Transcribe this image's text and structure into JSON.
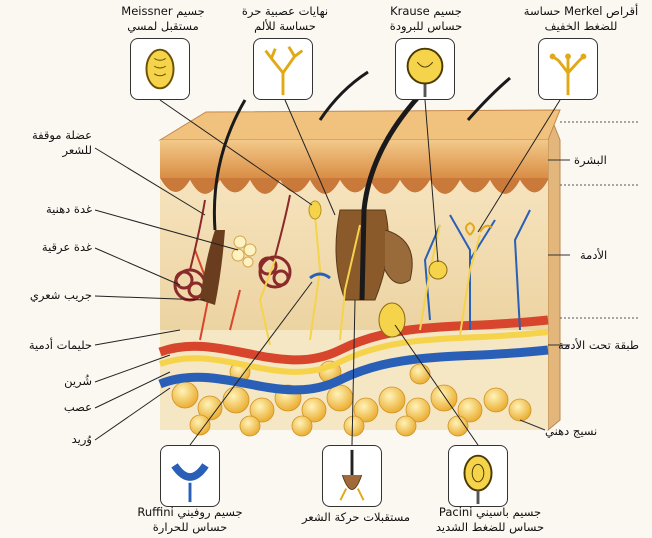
{
  "labels_top": {
    "meissner": [
      "جسيم Meissner",
      "مستقبل لمسي"
    ],
    "free_nerve": [
      "نهايات عصبية حرة",
      "حساسة للألم"
    ],
    "krause": [
      "جسيم Krause",
      "حساس للبرودة"
    ],
    "merkel": [
      "أقراص Merkel حساسة",
      "للضغط الخفيف"
    ]
  },
  "labels_left": [
    [
      "عضلة موقفة",
      "للشعر"
    ],
    [
      "غدة دهنية"
    ],
    [
      "غدة عرقية"
    ],
    [
      "جريب شعري"
    ],
    [
      "حليمات أدمية"
    ],
    [
      "شُرين"
    ],
    [
      "عصب"
    ],
    [
      "وُريد"
    ]
  ],
  "labels_right": {
    "epidermis": "البشرة",
    "dermis": "الأدمة",
    "hypodermis": "طبقة تحت الأدمة",
    "fat_tissue": "نسيج دهني"
  },
  "labels_bottom": {
    "ruffini": [
      "جسيم روفيني Ruffini",
      "حساس للحرارة"
    ],
    "hair_receptors": [
      "مستقبلات حركة الشعر"
    ],
    "pacini": [
      "جسيم باسيني Pacini",
      "حساس للضغط الشديد"
    ]
  },
  "colors": {
    "epidermis": "#e8a95a",
    "dermis": "#f1d9a8",
    "artery": "#d6452c",
    "vein": "#2a5fb8",
    "nerve": "#f5d34a",
    "fat": "#f4c24a"
  }
}
